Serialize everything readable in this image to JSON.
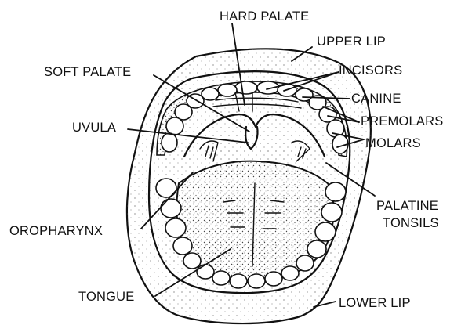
{
  "labels": {
    "hard_palate": "HARD PALATE",
    "upper_lip": "UPPER LIP",
    "soft_palate": "SOFT PALATE",
    "incisors": "INCISORS",
    "canine": "CANINE",
    "uvula": "UVULA",
    "premolars": "PREMOLARS",
    "molars": "MOLARS",
    "palatine_tonsils_line1": "PALATINE",
    "palatine_tonsils_line2": "TONSILS",
    "oropharynx": "OROPHARYNX",
    "tongue": "TONGUE",
    "lower_lip": "LOWER LIP"
  },
  "colors": {
    "ink": "#111111",
    "stipple": "#444444",
    "background": "#ffffff"
  }
}
